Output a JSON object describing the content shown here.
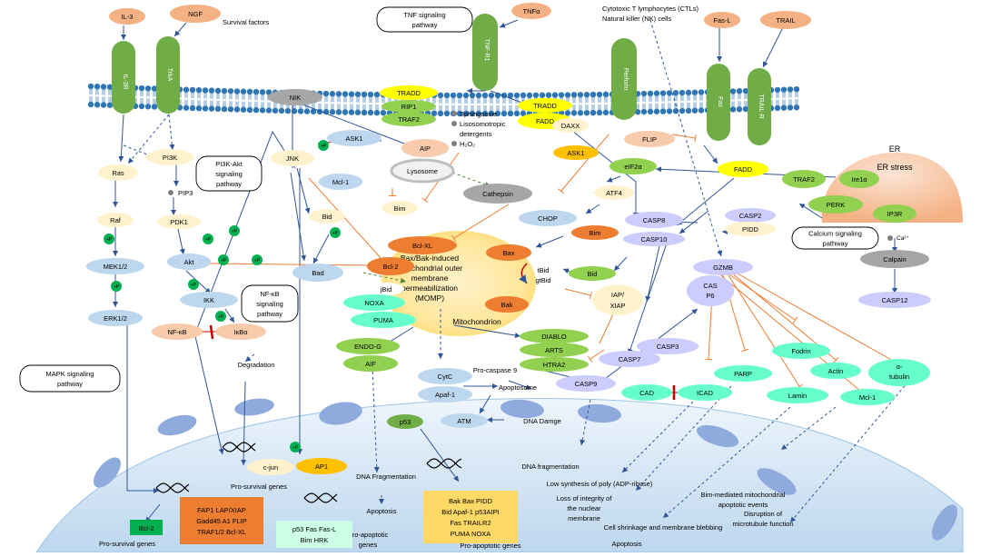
{
  "nodes": {
    "il3": "IL-3",
    "ngf": "NGF",
    "survival_factors": "Survival factors",
    "tnf_path_l1": "TNF signaling",
    "tnf_path_l2": "pathway",
    "tnfa": "TNFα",
    "ctl_l1": "Cytotoxic T lymphocytes (CTLs)",
    "ctl_l2": "Natural killer (NK) cells",
    "fasl": "Fas-L",
    "trail": "TRAIL",
    "il3r": "IL-3R",
    "trka": "TrkA",
    "tnfr1": "TNF-R1",
    "perforin": "Perforin",
    "fas": "Fas",
    "trailr": "TRAIL-R",
    "nik": "NIK",
    "tradd1": "TRADD",
    "rip1": "RIP1",
    "traf2a": "TRAF2",
    "tradd2": "TRADD",
    "fadd1": "FADD",
    "sph1": "Sphingosine",
    "sph2": "Lisosomotropic",
    "sph3": "detergents",
    "sph4": "H₂O₂",
    "ask1a": "ASK1",
    "aip": "AIP",
    "daxx": "DAXX",
    "ask1b": "ASK1",
    "flip": "FLIP",
    "fadd2": "FADD",
    "er": "ER",
    "er_stress": "ER stress",
    "jnk": "JNK",
    "ras": "Ras",
    "pi3k": "PI3K",
    "pi3k_path_l1": "PI3K-Akt",
    "pi3k_path_l2": "signaling",
    "pi3k_path_l3": "pathway",
    "pip3": "PIP3",
    "lysosome": "Lysosome",
    "eif2a": "eIF2α",
    "traf2b": "TRAF2",
    "ire1a": "Ire1α",
    "perk": "PERK",
    "mcl1a": "Mcl-1",
    "bim1": "Bim",
    "cathepsin": "Cathepsin",
    "atf4": "ATF4",
    "raf": "Raf",
    "pdk1": "PDK1",
    "bid1": "Bid",
    "casp8": "CASP8",
    "casp2": "CASP2",
    "pidd": "PIDD",
    "chop": "CHOP",
    "ip3r": "IP3R",
    "ca": "Ca²⁺",
    "bim2": "Bim",
    "calc_path_l1": "Calcium signaling",
    "calc_path_l2": "pathway",
    "casp10": "CASP10",
    "bclxl": "Bcl-XL",
    "bax": "Bax",
    "mek": "MEK1/2",
    "akt": "Akt",
    "momp_l1": "Bax/Bak-induced",
    "momp_l2": "mitochondrial outer",
    "momp_l3": "membrane",
    "momp_l4": "permeabilization",
    "momp_l5": "(MOMP)",
    "tbid": "tBid",
    "gtbid": "gtBid",
    "bid2": "Bid",
    "gzmb": "GZMB",
    "calpain": "Calpain",
    "bcl2a": "Bcl-2",
    "bad": "Bad",
    "jbid": "jBid",
    "bak": "Bak",
    "nfkb_path_l1": "NF-κB",
    "nfkb_path_l2": "signaling",
    "nfkb_path_l3": "pathway",
    "ikk": "IKK",
    "cas6_l1": "CAS",
    "cas6_l2": "P6",
    "iap_l1": "IAP/",
    "iap_l2": "XIAP",
    "casp12": "CASP12",
    "noxa": "NOXA",
    "erk": "ERK1/2",
    "puma": "PUMA",
    "mitochondrion": "Mitochondrion",
    "nfkb": "NF-κB",
    "ikba": "IκBα",
    "diablo": "DIABLO",
    "endog": "ENDO-G",
    "arts": "ARTS",
    "casp3": "CASP3",
    "fodrin": "Fodrin",
    "parp": "PARP",
    "actin": "Actin",
    "tubulin_l1": "α-",
    "tubulin_l2": "tubulin",
    "degradation": "Degradation",
    "aif": "AIF",
    "htra2": "HTRA2",
    "casp7": "CASP7",
    "mapk_path_l1": "MAPK signaling",
    "mapk_path_l2": "pathway",
    "procasp9": "Pro-caspase 9",
    "cytc": "CytC",
    "apoptosome": "Apoptosome",
    "casp9": "CASP9",
    "cad": "CAD",
    "icad": "ICAD",
    "lamin": "Lamin",
    "mcl1b": "Mcl-1",
    "apaf1": "Apaf-1",
    "p53": "p53",
    "atm": "ATM",
    "dna_damage": "DNA Damge",
    "cjun": "c-jun",
    "ap1": "AP1",
    "dna_frag1": "DNA Fragmentation",
    "pro_survival1": "Pro-survival genes",
    "dna_frag2": "DNA fragmentation",
    "low_synth": "Low synthesis of poly (ADP-ribose)",
    "loss_l1": "Loss of integrity of",
    "loss_l2": "the nuclear",
    "loss_l3": "membrane",
    "bim_mito_l1": "Bim-mediated mitochondrial",
    "bim_mito_l2": "apoptotic events",
    "apoptosis1": "Apoptosis",
    "cell_shrink": "Cell shrinkage and membrane blebbing",
    "disrupt_l1": "Disruption of",
    "disrupt_l2": "microtubule function",
    "bcl2b": "Bcl-2",
    "pro_survival2": "Pro-survival genes",
    "pro_apoptotic1_l1": "Pro-apoptotic",
    "pro_apoptotic1_l2": "genes",
    "pro_apoptotic2": "Pro-apoptotic genes",
    "apoptosis2": "Apoptosis",
    "ps_box_l1": "FAP1 LAP/XIAP",
    "ps_box_l2": "Gadd45 A1 FLIP",
    "ps_box_l3": "TRAF1/2 Bcl-XL",
    "pa_box1_l1": "p53  Fas  Fas-L",
    "pa_box1_l2": "Bim  HRK",
    "pa_box2_l1": "Bak  Bax PIDD",
    "pa_box2_l2": "Bid  Apaf-1  p53AIPI",
    "pa_box2_l3": "Fas TRAILR2",
    "pa_box2_l4": "PUMA  NOXA",
    "plus_p": "+P"
  },
  "colors": {
    "orange_node": "#f4b183",
    "yellow_node": "#ffff00",
    "green_node": "#92d050",
    "light_yellow": "#fff2cc",
    "blue_node": "#bdd7ee",
    "lavender": "#ccccff",
    "red_orange": "#ed7d31",
    "teal": "#66ffcc",
    "grey": "#a6a6a6",
    "membrane_green": "#70ad47",
    "nucleus": "#deebf7",
    "arrow_blue": "#2f5597",
    "inhibit_orange": "#ed7d31",
    "inhibit_red": "#c00000"
  },
  "icons": [
    "dna-icon",
    "phosphate-icon",
    "lipid-bilayer-icon"
  ]
}
